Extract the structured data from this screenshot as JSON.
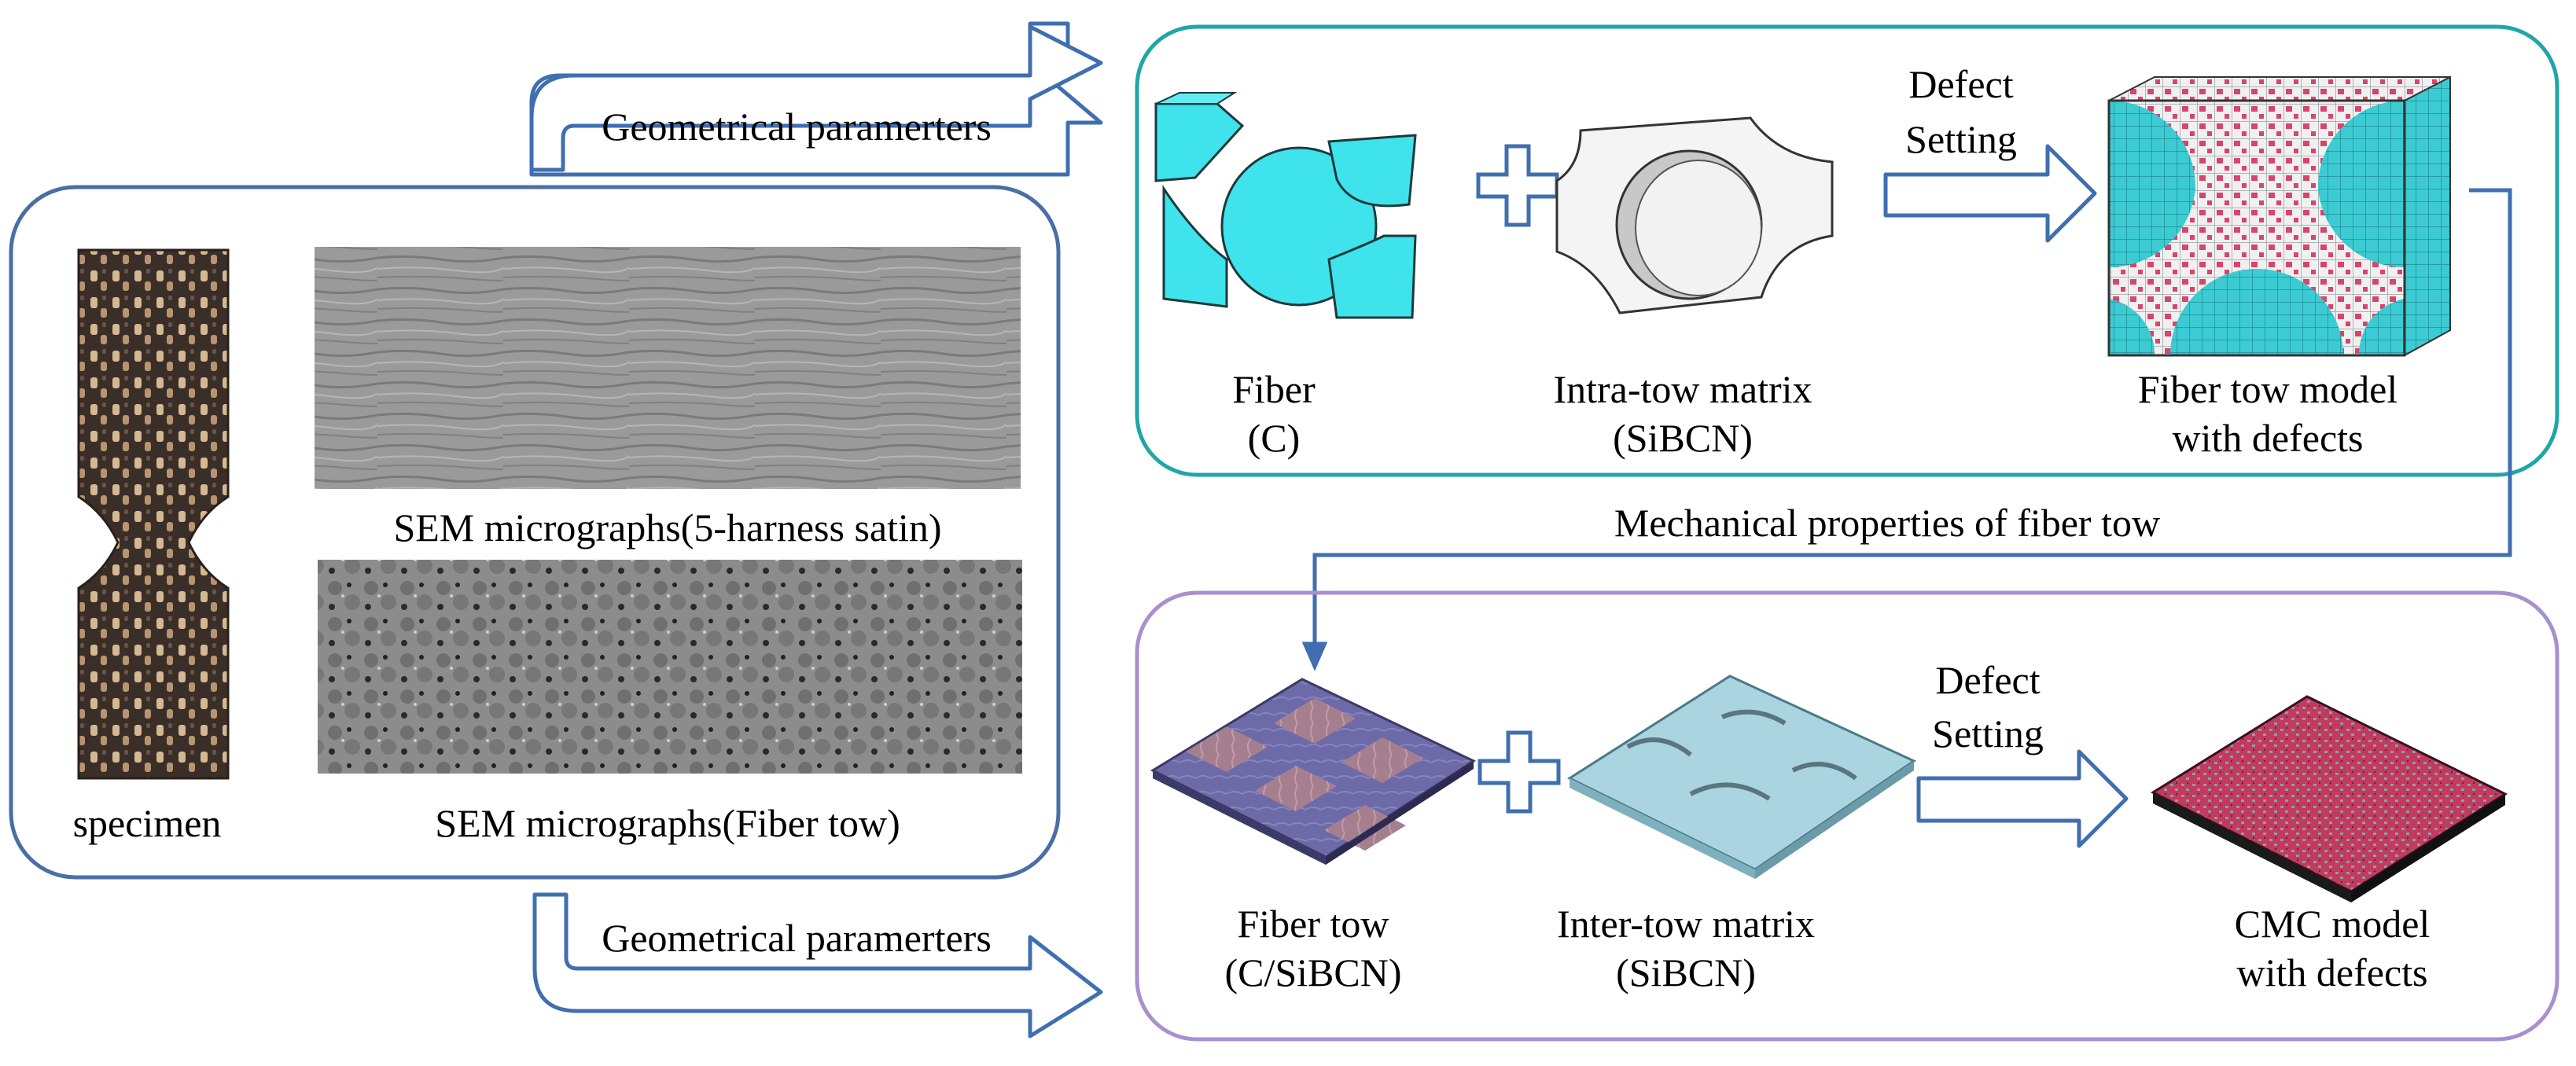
{
  "specimen": {
    "caption": "specimen"
  },
  "sem": {
    "top_caption": "SEM micrographs(5-harness satin)",
    "bottom_caption": "SEM micrographs(Fiber tow)"
  },
  "arrows": {
    "geom_top": "Geometrical paramerters",
    "geom_bottom": "Geometrical paramerters",
    "mech": "Mechanical properties of fiber tow"
  },
  "micro": {
    "fiber_label_1": "Fiber",
    "fiber_label_2": "(C)",
    "matrix_label_1": "Intra-tow matrix",
    "matrix_label_2": "(SiBCN)",
    "defect_1": "Defect",
    "defect_2": "Setting",
    "model_label_1": "Fiber tow model",
    "model_label_2": "with defects"
  },
  "macro": {
    "tow_label_1": "Fiber tow",
    "tow_label_2": "(C/SiBCN)",
    "matrix_label_1": "Inter-tow matrix",
    "matrix_label_2": "(SiBCN)",
    "defect_1": "Defect",
    "defect_2": "Setting",
    "model_label_1": "CMC model",
    "model_label_2": "with defects"
  },
  "colors": {
    "left_box": "#4a6fa5",
    "micro_box": "#20a6a6",
    "macro_box": "#a890d0",
    "arrow": "#3f6fb0",
    "fiber": "#3fe3ec",
    "defect_red": "#d8446a",
    "tow_purple": "#6d6aa8",
    "matrix_blue": "#a9d4e0"
  }
}
